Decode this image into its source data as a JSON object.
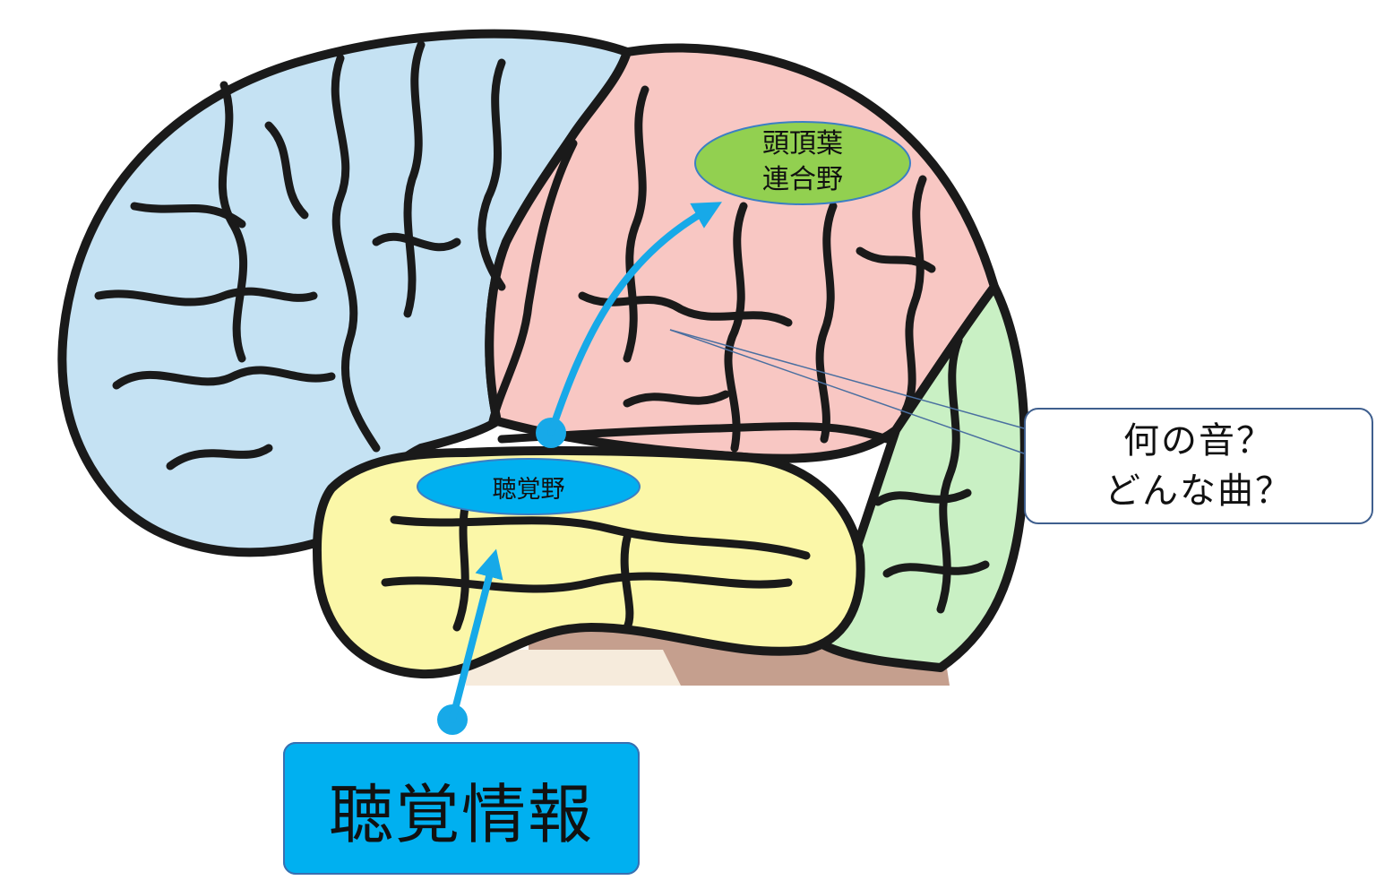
{
  "diagram": {
    "input_label": "聴覚情報",
    "auditory_cortex_label": "聴覚野",
    "parietal_label_line1": "頭頂葉",
    "parietal_label_line2": "連合野",
    "question_line1": "何の音？",
    "question_line2": "どんな曲？"
  },
  "colors": {
    "frontal_lobe": "#c5e2f3",
    "parietal_lobe": "#f8c7c3",
    "temporal_lobe": "#fbf7a8",
    "occipital_lobe": "#c9f0c4",
    "brainstem": "#c59f8e",
    "outline": "#1a1a1a",
    "arrow": "#17a9e8",
    "input_box_fill": "#00b0f0",
    "auditory_ellipse_fill": "#00b0f0",
    "parietal_ellipse_fill": "#92d050"
  },
  "icons": {
    "brain": "brain-illustration"
  }
}
